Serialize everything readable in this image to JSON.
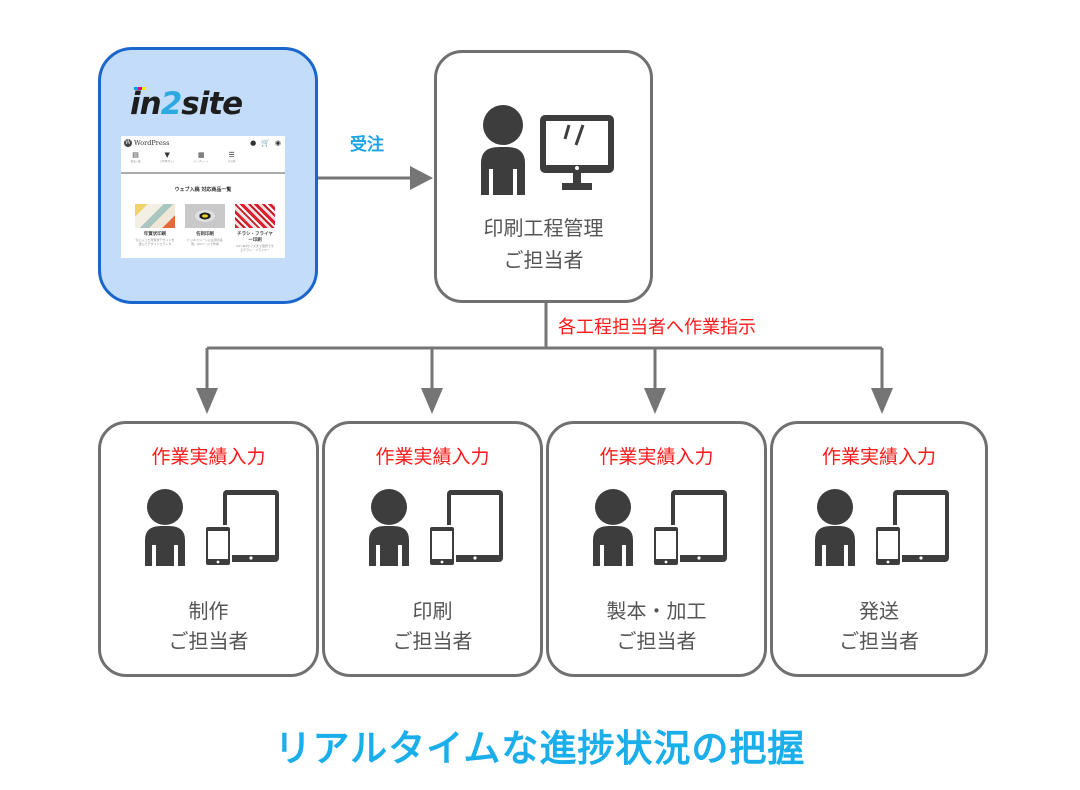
{
  "source": {
    "logo": {
      "part1": "in",
      "part2": "2",
      "part3": "site"
    },
    "logo_colors": {
      "dark": "#1d1d1d",
      "accent": "#2aaae0",
      "cmy": [
        "#00a0e9",
        "#e4007f",
        "#fff100"
      ]
    },
    "mockup": {
      "brand": "WordPress",
      "header_icons": [
        "chat-icon",
        "cart-icon",
        "user-icon"
      ],
      "nav": [
        {
          "icon": "list-icon",
          "label": "商品一覧"
        },
        {
          "icon": "map-pin-icon",
          "label": "ご利用ガイド"
        },
        {
          "icon": "template-icon",
          "label": "テンプレート"
        },
        {
          "icon": "menu-icon",
          "label": "その他"
        }
      ],
      "section_title": "ウェブ入稿 対応商品一覧",
      "products": [
        {
          "name": "年賀状印刷",
          "desc": "気に入った年賀状デザインを選んでデザインエディタ"
        },
        {
          "name": "名刺印刷",
          "desc": "ビジネスシーンに必須の名刺。00ページで作成"
        },
        {
          "name": "チラシ・フライヤー印刷",
          "desc": "A4〜B4サイズまで選択できるチラシ・フライヤー"
        }
      ]
    }
  },
  "arrows": {
    "order_label": "受注",
    "instruction_label": "各工程担当者へ作業指示"
  },
  "manager": {
    "icons": [
      "person-icon",
      "monitor-icon"
    ],
    "line1": "印刷工程管理",
    "line2": "ご担当者"
  },
  "workers": [
    {
      "task": "作業実績入力",
      "line1": "制作",
      "line2": "ご担当者"
    },
    {
      "task": "作業実績入力",
      "line1": "印刷",
      "line2": "ご担当者"
    },
    {
      "task": "作業実績入力",
      "line1": "製本・加工",
      "line2": "ご担当者"
    },
    {
      "task": "作業実績入力",
      "line1": "発送",
      "line2": "ご担当者"
    }
  ],
  "tagline": "リアルタイムな進捗状況の把握",
  "colors": {
    "source_box_fill": "#c3dcfa",
    "source_box_border": "#1a66cc",
    "box_border": "#707070",
    "arrow": "#757575",
    "icon": "#3d3d3d",
    "red_text": "#ff1a1a",
    "blue_text": "#1aaeea"
  }
}
